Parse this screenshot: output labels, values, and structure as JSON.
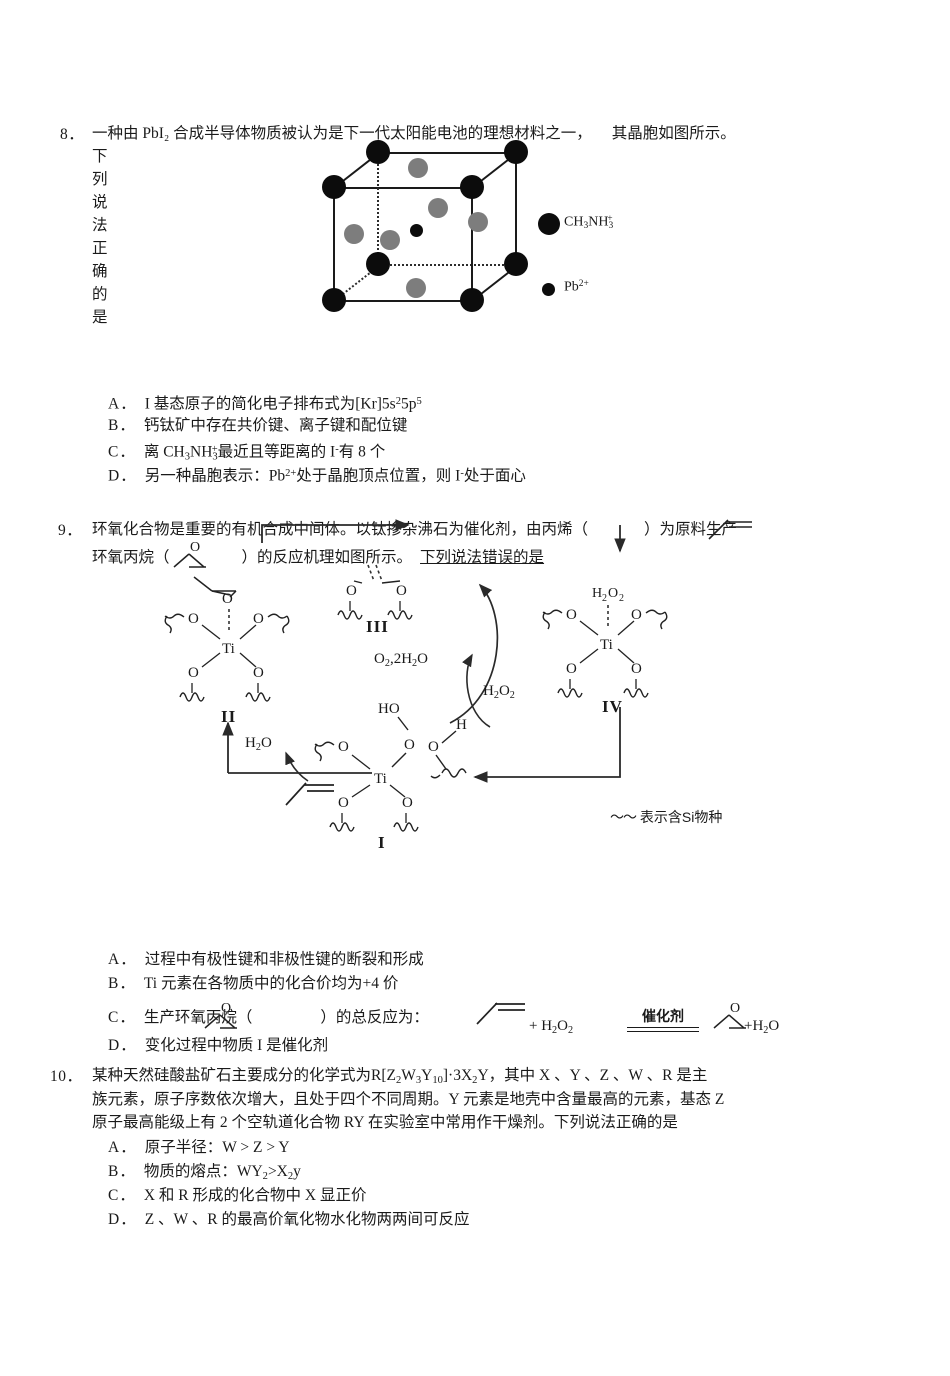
{
  "document": {
    "type": "chemistry-exam-paper"
  },
  "q8": {
    "number": "8．",
    "stem_line1": "一种由  PbI₂ 合成半导体物质被认为是下一代太阳能电池的理想材料之一，",
    "stem_line1b": "其晶胞如图所示。",
    "stem_line2": "下列说法正确的是",
    "figure": {
      "name": "perovskite-unit-cell",
      "legend": [
        {
          "symbol_shape": "large-black-circle",
          "label": "CH₃NH₃⁺"
        },
        {
          "symbol_shape": "small-black-circle",
          "label": "Pb²⁺"
        }
      ]
    },
    "options": [
      {
        "label": "A．",
        "text": "I 基态原子的简化电子排布式为[Kr]5s²5p⁵"
      },
      {
        "label": "B．",
        "text": "钙钛矿中存在共价键、离子键和配位键"
      },
      {
        "label": "C．",
        "text": "离  CH₃NH₃⁺最近且等距离的  I⁻有  8 个"
      },
      {
        "label": "D．",
        "text": "另一种晶胞表示：Pb²⁺处于晶胞顶点位置，则  I⁻处于面心"
      }
    ]
  },
  "q9": {
    "number": "9．",
    "stem_line1a": "环氧化合物是重要的有机合成中间体。以钛掺杂沸石为催化剂，由丙烯（",
    "stem_line1b": "）为原料生产",
    "stem_line2a": "环氧丙烷（",
    "stem_line2b": "）的反应机理如图所示。",
    "stem_line2c": "下列说法错误的是",
    "figure": {
      "name": "titanium-zeolite-epoxidation-mechanism",
      "species": [
        {
          "roman": "I",
          "center": "Ti",
          "ligands": [
            "HO-O",
            "O",
            "O",
            "O"
          ],
          "extra": "O-H"
        },
        {
          "roman": "II",
          "center": "Ti",
          "ligands": [
            "O",
            "O",
            "O",
            "O"
          ],
          "adduct": "epoxide"
        },
        {
          "roman": "III",
          "center": "Ti",
          "ligands": [
            "O",
            "O"
          ]
        },
        {
          "roman": "IV",
          "center": "Ti",
          "ligands": [
            "O",
            "O",
            "O",
            "O"
          ],
          "adduct": "H₂O₂"
        }
      ],
      "arrow_labels": [
        "H₂O",
        "O₂,2H₂O",
        "H₂O₂",
        "H₂O₂"
      ],
      "reagent_labels": [
        "H₂O₂"
      ],
      "note": "表示含Si物种",
      "note_glyph": "〰"
    },
    "options": [
      {
        "label": "A．",
        "text": "过程中有极性键和非极性键的断裂和形成"
      },
      {
        "label": "B．",
        "text": "Ti 元素在各物质中的化合价均为+4 价"
      },
      {
        "label": "C．",
        "text": "生产环氧丙烷（",
        "text2": "）的总反应为：",
        "plus1": "+ H₂O₂",
        "cond": "催化剂",
        "plus2": "+H₂O"
      },
      {
        "label": "D．",
        "text": "变化过程中物质  I 是催化剂"
      }
    ]
  },
  "q10": {
    "number": "10．",
    "stem_line1a": "某种天然硅酸盐矿石主要成分的化学式为R[Z₂W₃Y₁₀]·3X₂Y，其中  X 、Y 、Z 、W 、R 是主",
    "stem_line2": "族元素，原子序数依次增大，且处于四个不同周期。Y 元素是地壳中含量最高的元素，基态  Z",
    "stem_line3": "原子最高能级上有  2 个空轨道化合物  RY 在实验室中常用作干燥剂。下列说法正确的是",
    "options": [
      {
        "label": "A．",
        "text": "原子半径：W > Z > Y"
      },
      {
        "label": "B．",
        "text": "物质的熔点：WY₂>X₂y"
      },
      {
        "label": "C．",
        "text": "X 和  R 形成的化合物中  X 显正价"
      },
      {
        "label": "D．",
        "text": "Z 、W 、R 的最高价氧化物水化物两两间可反应"
      }
    ]
  },
  "colors": {
    "text": "#1a1a1a",
    "atom_black": "#0c0c0c",
    "atom_gray": "#7d7d7d",
    "line": "#2a2a2a"
  }
}
